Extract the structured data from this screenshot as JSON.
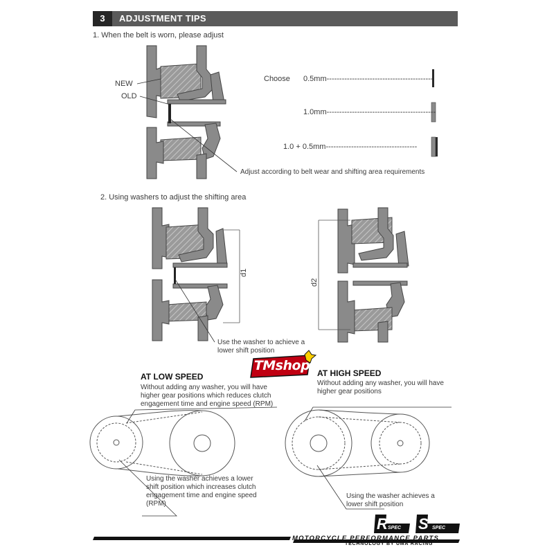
{
  "header": {
    "number": "3",
    "title": "ADJUSTMENT TIPS"
  },
  "step1": {
    "heading": "1. When the belt is worn, please adjust",
    "label_new": "NEW",
    "label_old": "OLD",
    "choose": "Choose",
    "option_1": "0.5mm------------------------------------------",
    "option_2": "1.0mm-------------------------------------------",
    "option_3": "1.0 + 0.5mm------------------------------------",
    "adjust_note": "Adjust according to belt wear and shifting area requirements"
  },
  "step2": {
    "heading": "2. Using washers to adjust the shifting area",
    "d1": "d1",
    "d2": "d2",
    "washer_note_line1": "Use the washer to achieve a",
    "washer_note_line2": "lower shift position"
  },
  "low_speed": {
    "title": "AT LOW SPEED",
    "desc_line1": "Without adding any washer, you will have",
    "desc_line2": "higher gear positions which reduces clutch",
    "desc_line3": "engagement time and engine speed (RPM)",
    "note_line1": "Using the washer achieves a lower",
    "note_line2": "shift position which increases clutch",
    "note_line3": "engagement time and engine speed",
    "note_line4": "(RPM)"
  },
  "high_speed": {
    "title": "AT HIGH SPEED",
    "desc_line1": "Without adding any washer, you will have",
    "desc_line2": "higher gear positions",
    "note_line1": "Using the washer achieves a",
    "note_line2": "lower shift position"
  },
  "branding": {
    "tmshop": "TMshop",
    "r_spec_letter": "R",
    "r_spec_word": "SPEC",
    "s_spec_letter": "S",
    "s_spec_word": "SPEC",
    "footer_title": "MOTORCYCLE PERFORMANCE PARTS",
    "footer_sub": "TECHNOLOGY BY UMA RACING"
  },
  "colors": {
    "header_bg": "#5b5b5b",
    "number_bg": "#262626",
    "part_fill": "#8a8a8a",
    "accent_red": "#e0001a"
  },
  "icons": [
    "pulley-diagram",
    "washer-icon",
    "tmshop-logo",
    "r-spec-logo",
    "s-spec-logo"
  ]
}
